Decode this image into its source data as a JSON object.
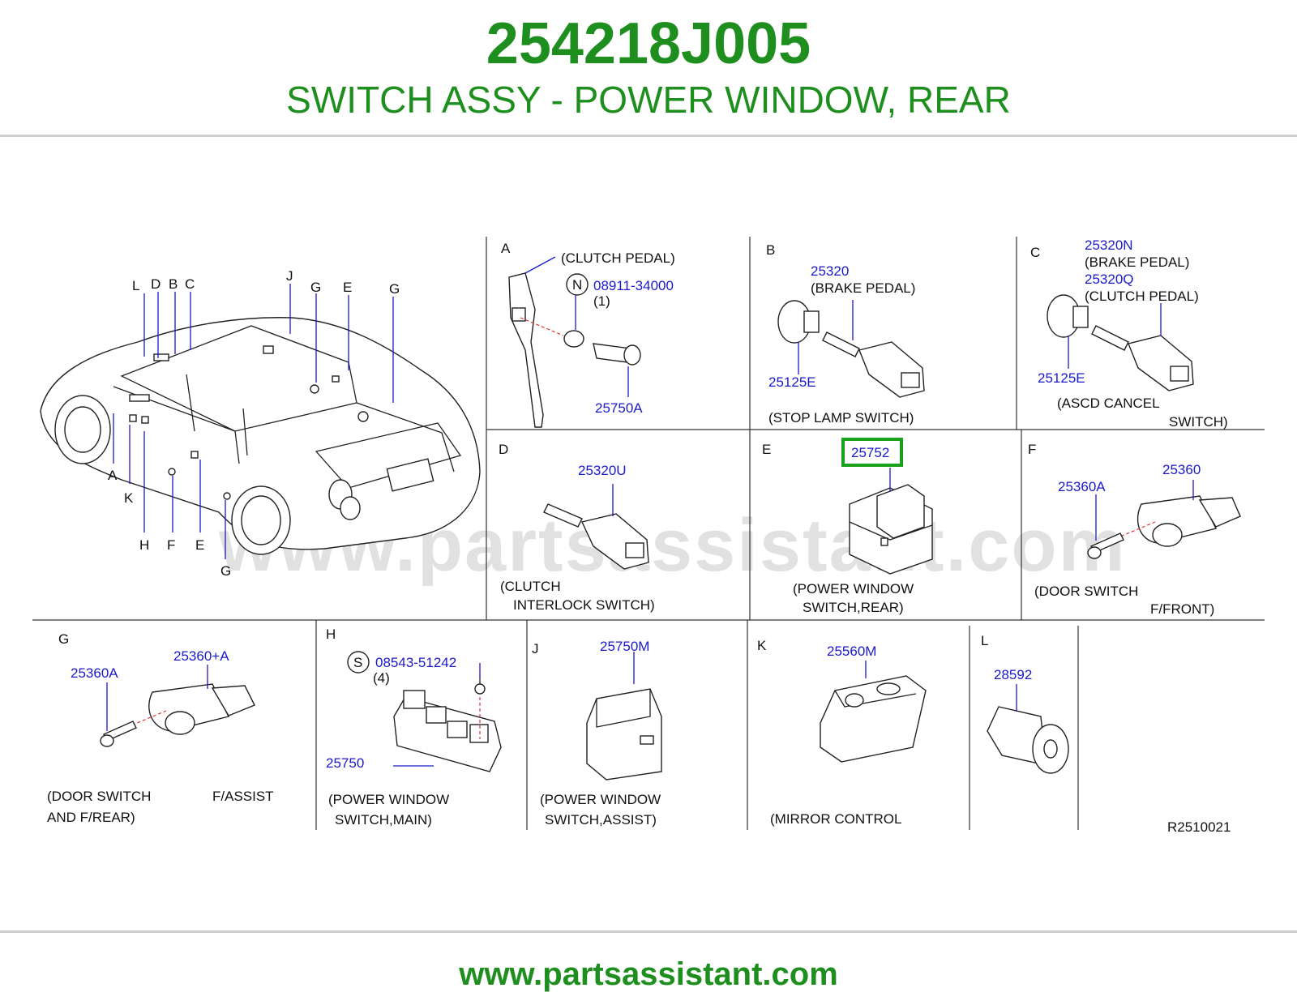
{
  "header": {
    "part_number": "254218J005",
    "part_name": "SWITCH ASSY - POWER WINDOW, REAR"
  },
  "watermark": "www.partsassistant.com",
  "footer": {
    "url": "www.partsassistant.com"
  },
  "highlight_color": "#1aa11a",
  "car_view": {
    "callouts_top": [
      "L",
      "D",
      "B",
      "C",
      "J",
      "G",
      "E",
      "G"
    ],
    "callouts_bottom": [
      "A",
      "K",
      "H",
      "F",
      "E",
      "G"
    ]
  },
  "panels": {
    "A": {
      "letter": "A",
      "title": "(CLUTCH   PEDAL)",
      "nut_symbol": "N",
      "part1": "08911-34000",
      "qty1": "(1)",
      "part2": "25750A"
    },
    "B": {
      "letter": "B",
      "part1": "25320",
      "note1": "(BRAKE   PEDAL)",
      "part2": "25125E",
      "caption": "(STOP   LAMP   SWITCH)"
    },
    "C": {
      "letter": "C",
      "part1": "25320N",
      "note1": "(BRAKE   PEDAL)",
      "part2": "25320Q",
      "note2": "(CLUTCH   PEDAL)",
      "part3": "25125E",
      "caption1": "(ASCD   CANCEL",
      "caption2": "SWITCH)"
    },
    "D": {
      "letter": "D",
      "part1": "25320U",
      "caption1": "(CLUTCH",
      "caption2": "INTERLOCK   SWITCH)"
    },
    "E": {
      "letter": "E",
      "part1": "25752",
      "caption1": "(POWER   WINDOW",
      "caption2": "SWITCH,REAR)"
    },
    "F": {
      "letter": "F",
      "part1": "25360A",
      "part2": "25360",
      "caption1": "(DOOR   SWITCH",
      "caption2": "F/FRONT)"
    },
    "G": {
      "letter": "G",
      "part1": "25360A",
      "part2": "25360+A",
      "caption1": "(DOOR   SWITCH",
      "caption1b": "F/ASSIST",
      "caption2": "AND   F/REAR)"
    },
    "H": {
      "letter": "H",
      "screw_symbol": "S",
      "part1": "08543-51242",
      "qty1": "(4)",
      "part2": "25750",
      "caption1": "(POWER   WINDOW",
      "caption2": "SWITCH,MAIN)"
    },
    "J": {
      "letter": "J",
      "part1": "25750M",
      "caption1": "(POWER   WINDOW",
      "caption2": "SWITCH,ASSIST)"
    },
    "K": {
      "letter": "K",
      "part1": "25560M",
      "caption1": "(MIRROR   CONTROL"
    },
    "L": {
      "letter": "L",
      "part1": "28592"
    }
  },
  "diagram_ref": "R2510021"
}
